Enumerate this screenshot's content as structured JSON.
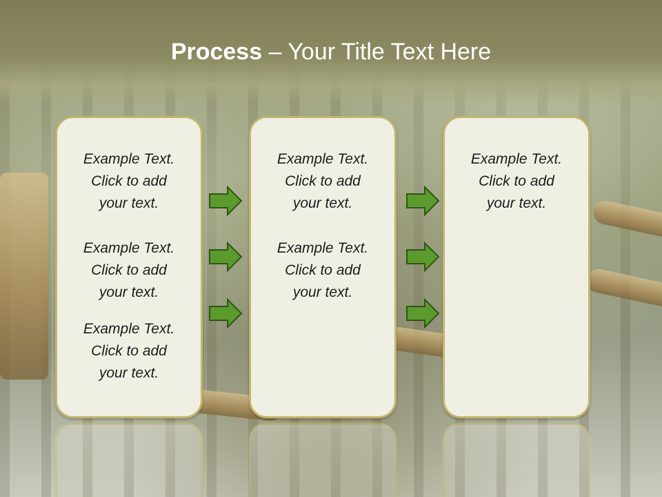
{
  "title": {
    "bold": "Process",
    "rest": "– Your Title Text Here"
  },
  "colors": {
    "header": "#868461",
    "panel_fill": "#efefe4",
    "panel_border": "#c3b56d",
    "arrow": "#5b9a2c"
  },
  "panels": [
    {
      "blocks": [
        {
          "line1": "Example Text.",
          "line2": "Click  to add",
          "line3": "your text."
        },
        {
          "line1": "Example Text.",
          "line2": "Click  to add",
          "line3": "your text."
        },
        {
          "line1": "Example Text.",
          "line2": "Click  to add",
          "line3": "your text."
        }
      ]
    },
    {
      "blocks": [
        {
          "line1": "Example Text.",
          "line2": "Click  to add",
          "line3": "your text."
        },
        {
          "line1": "Example Text.",
          "line2": "Click  to add",
          "line3": "your text."
        }
      ]
    },
    {
      "blocks": [
        {
          "line1": "Example Text.",
          "line2": "Click  to add",
          "line3": "your text."
        }
      ]
    }
  ],
  "arrow_icon": "right-arrow-icon"
}
